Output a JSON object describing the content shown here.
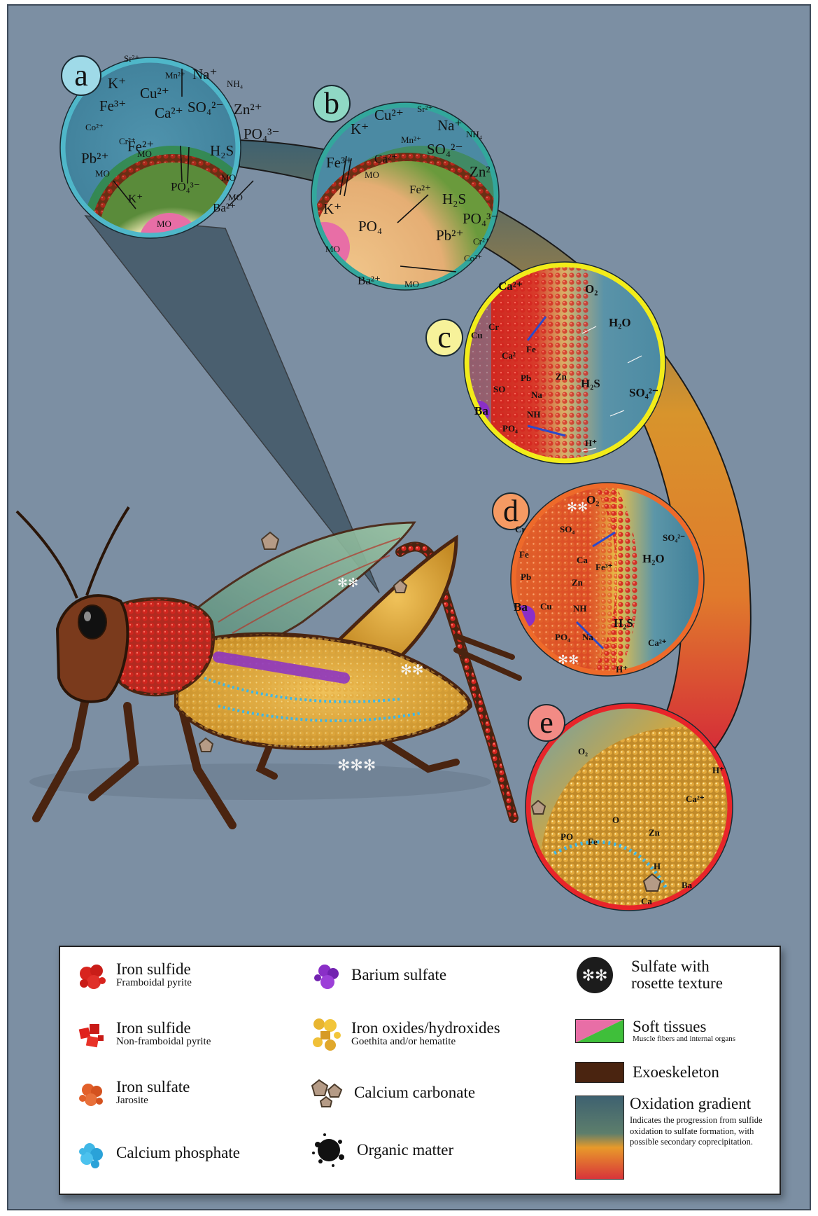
{
  "panels": {
    "a": {
      "label": "a",
      "ions": [
        "Sr²⁺",
        "Mn²⁺",
        "Na⁺",
        "NH₄",
        "K⁺",
        "Cu²⁺",
        "Fe³⁺",
        "Ca²⁺",
        "SO₄²⁻",
        "Zn²⁺",
        "Co²⁺",
        "Cr²⁺",
        "Fe²⁺",
        "H₂S",
        "PO₄³⁻",
        "Pb²⁺",
        "PO₄³⁻",
        "K⁺",
        "Ba²⁺",
        "MO",
        "MO",
        "MO",
        "MO",
        "MO"
      ]
    },
    "b": {
      "label": "b",
      "ions": [
        "Cu²⁺",
        "Sr²⁺",
        "K⁺",
        "Na⁺",
        "NH₄",
        "Mn²⁺",
        "Ca²⁺",
        "SO₄²⁻",
        "Fe³⁺",
        "Zn²",
        "Fe²⁺",
        "K⁺",
        "H₂S",
        "PO₄³⁻",
        "PO₄",
        "Pb²⁺",
        "Cr²⁺",
        "Co²⁺",
        "Ba²⁺",
        "MO",
        "MO",
        "MO"
      ]
    },
    "c": {
      "label": "c",
      "ions": [
        "Ca²⁺",
        "O₂",
        "H₂O",
        "Cu",
        "Cr",
        "Fe",
        "Ca²",
        "Zn",
        "Pb",
        "H₂S",
        "SO₄²⁻",
        "SO",
        "Na",
        "Ba",
        "NH",
        "PO₄",
        "H⁺"
      ]
    },
    "d": {
      "label": "d",
      "ions": [
        "O₂",
        "SO₄²⁻",
        "Cr",
        "SO₄",
        "Fe³⁺",
        "Fe",
        "Ca",
        "H₂O",
        "Pb",
        "Zn",
        "Ba",
        "Cu",
        "NH",
        "H₂S",
        "Ca²⁺",
        "PO₄",
        "Na",
        "H⁺"
      ]
    },
    "e": {
      "label": "e",
      "ions": [
        "O₂",
        "H⁺",
        "Ca²⁺",
        "O",
        "PO",
        "Fe",
        "Zn",
        "H",
        "Ba",
        "Ca"
      ]
    }
  },
  "legend": {
    "items": [
      {
        "title": "Iron sulfide",
        "subtitle": "Framboidal pyrite"
      },
      {
        "title": "Iron sulfide",
        "subtitle": "Non-framboidal pyrite"
      },
      {
        "title": "Iron sulfate",
        "subtitle": "Jarosite"
      },
      {
        "title": "Calcium phosphate",
        "subtitle": ""
      },
      {
        "title": "Barium sulfate",
        "subtitle": ""
      },
      {
        "title": "Iron oxides/hydroxides",
        "subtitle": "Goethita and/or hematite"
      },
      {
        "title": "Calcium carbonate",
        "subtitle": ""
      },
      {
        "title": "Organic matter",
        "subtitle": ""
      },
      {
        "title": "Sulfate with rosette texture",
        "subtitle": ""
      },
      {
        "title": "Soft tissues",
        "subtitle": "Muscle fibers and internal organs"
      },
      {
        "title": "Exoeskeleton",
        "subtitle": ""
      },
      {
        "title": "Oxidation gradient",
        "subtitle": "Indicates the progression from sulfide oxidation to sulfate formation, with possible secondary coprecipitation."
      }
    ]
  },
  "colors": {
    "background": "#7c8fa3",
    "panel_a_border": "#4fb7c9",
    "panel_b_border": "#33a79c",
    "panel_c_border": "#f2ec1a",
    "panel_d_border": "#ee6a2a",
    "panel_e_border": "#e8252a",
    "pyrite": "#d82a24",
    "jarosite": "#e0692c",
    "phosphate": "#3fb7e6",
    "barite": "#8a2fc7",
    "goethite": "#e8b530",
    "exoskeleton": "#4a2410",
    "gradient": [
      "#3e6170",
      "#e89a2a",
      "#d8333a"
    ]
  }
}
